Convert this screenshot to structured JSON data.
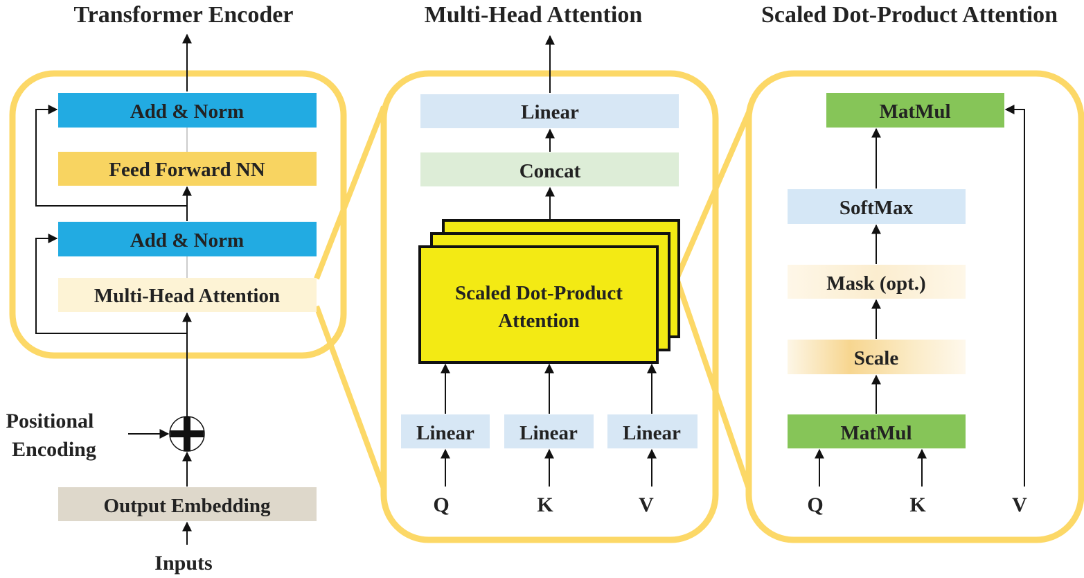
{
  "colors": {
    "frame": "#FCD867",
    "add_norm": "#22ABE2",
    "feed_forward": "#F8D461",
    "mha_box": "#FDF3D5",
    "embedding": "#DED8CB",
    "linear": "#D7E7F5",
    "concat": "#DDEDD7",
    "sdpa_yellow": "#F3EA14",
    "matmul": "#86C558",
    "softmax": "#D5E7F6",
    "mask": "#FCF1DA",
    "scale": "#F9E0A8"
  },
  "encoder": {
    "title": "Transformer Encoder",
    "add_norm_top": "Add & Norm",
    "feed_forward": "Feed Forward NN",
    "add_norm_bottom": "Add & Norm",
    "multi_head": "Multi-Head Attention",
    "positional_line1": "Positional",
    "positional_line2": "Encoding",
    "embedding": "Output Embedding",
    "inputs": "Inputs"
  },
  "mha": {
    "title": "Multi-Head Attention",
    "linear_top": "Linear",
    "concat": "Concat",
    "sdpa_line1": "Scaled Dot-Product",
    "sdpa_line2": "Attention",
    "linear_q": "Linear",
    "linear_k": "Linear",
    "linear_v": "Linear",
    "q": "Q",
    "k": "K",
    "v": "V"
  },
  "sdpa": {
    "title": "Scaled Dot-Product Attention",
    "matmul_top": "MatMul",
    "softmax": "SoftMax",
    "mask": "Mask (opt.)",
    "scale": "Scale",
    "matmul_bottom": "MatMul",
    "q": "Q",
    "k": "K",
    "v": "V"
  }
}
